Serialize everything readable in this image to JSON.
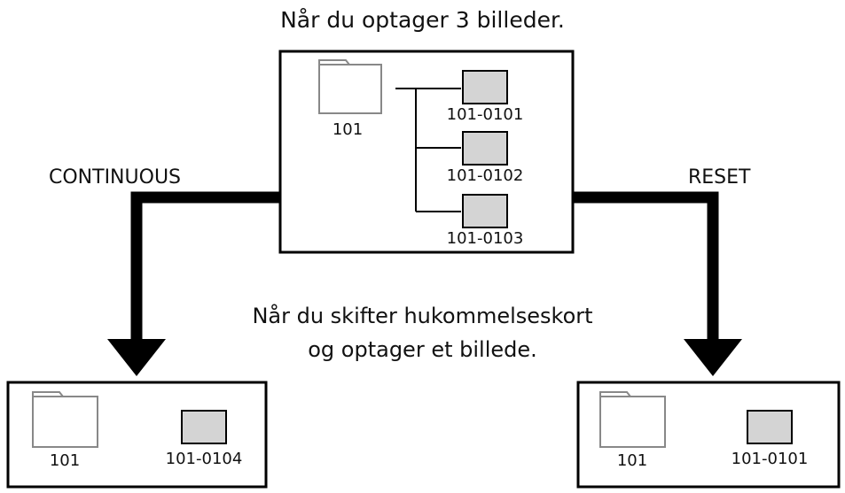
{
  "top_caption": "Når du optager 3 billeder.",
  "middle_caption": [
    "Når du skifter hukommelseskort",
    "og optager et billede."
  ],
  "modes": {
    "left": "CONTINUOUS",
    "right": "RESET"
  },
  "top_box": {
    "folder": "101",
    "files": [
      "101-0101",
      "101-0102",
      "101-0103"
    ]
  },
  "left_box": {
    "folder": "101",
    "file": "101-0104"
  },
  "right_box": {
    "folder": "101",
    "file": "101-0101"
  },
  "colors": {
    "file_fill": "#d4d4d4",
    "line": "#000000",
    "folder_stroke": "#888888"
  }
}
